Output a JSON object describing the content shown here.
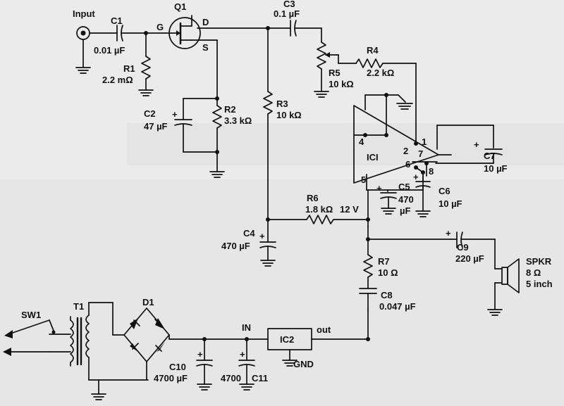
{
  "labels": {
    "input": "Input",
    "c1_name": "C1",
    "c1_val": "0.01 µF",
    "q1": "Q1",
    "g": "G",
    "d": "D",
    "s": "S",
    "r1_name": "R1",
    "r1_val": "2.2 mΩ",
    "c2_name": "C2",
    "c2_val": "47 µF",
    "r2_name": "R2",
    "r2_val": "3.3 kΩ",
    "c3_name": "C3",
    "c3_val": "0.1 µF",
    "r5_name": "R5",
    "r5_val": "10 kΩ",
    "r4_name": "R4",
    "r4_val": "2.2 kΩ",
    "r3_name": "R3",
    "r3_val": "10 kΩ",
    "ic1": "ICI",
    "pin1": "1",
    "pin2": "2",
    "pin4": "4",
    "pin5": "5",
    "pin6": "6",
    "pin7": "7",
    "pin8": "8",
    "c7_name": "C7",
    "c7_val": "10 µF",
    "c5_name": "C5",
    "c5_val1": "470",
    "c5_val2": "µF",
    "c6_name": "C6",
    "c6_val": "10 µF",
    "r6_name": "R6",
    "r6_val": "1.8 kΩ",
    "v12": "12 V",
    "c4_name": "C4",
    "c4_val": "470 µF",
    "c9_name": "C9",
    "c9_val": "220 µF",
    "spkr_name": "SPKR",
    "spkr_ohm": "8 Ω",
    "spkr_size": "5 inch",
    "r7_name": "R7",
    "r7_val": "10 Ω",
    "c8_name": "C8",
    "c8_val": "0.047 µF",
    "sw1": "SW1",
    "t1": "T1",
    "d1": "D1",
    "in": "IN",
    "ic2": "IC2",
    "out": "out",
    "gnd": "GND",
    "c10_name": "C10",
    "c10_val": "4700 µF",
    "c11_name": "C11",
    "c11_val": "4700"
  }
}
